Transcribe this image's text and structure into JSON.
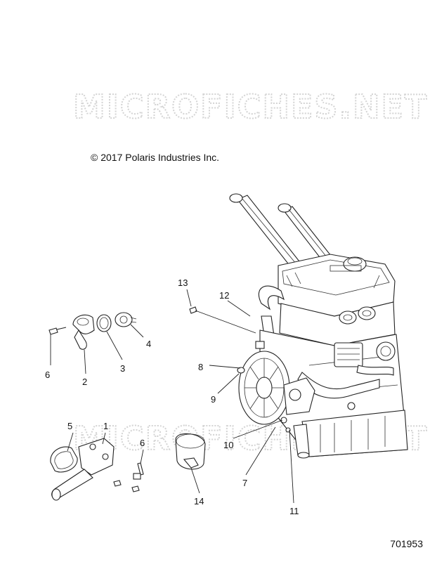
{
  "watermark": "MICROFICHES.NET",
  "copyright": "© 2017  Polaris Industries Inc.",
  "part_number": "701953",
  "callouts": [
    "13",
    "12",
    "4",
    "6",
    "3",
    "2",
    "8",
    "9",
    "5",
    "1",
    "6",
    "10",
    "7",
    "14",
    "11"
  ],
  "colors": {
    "ink": "#222222",
    "watermark": "#d4d4d4",
    "background": "#ffffff"
  }
}
